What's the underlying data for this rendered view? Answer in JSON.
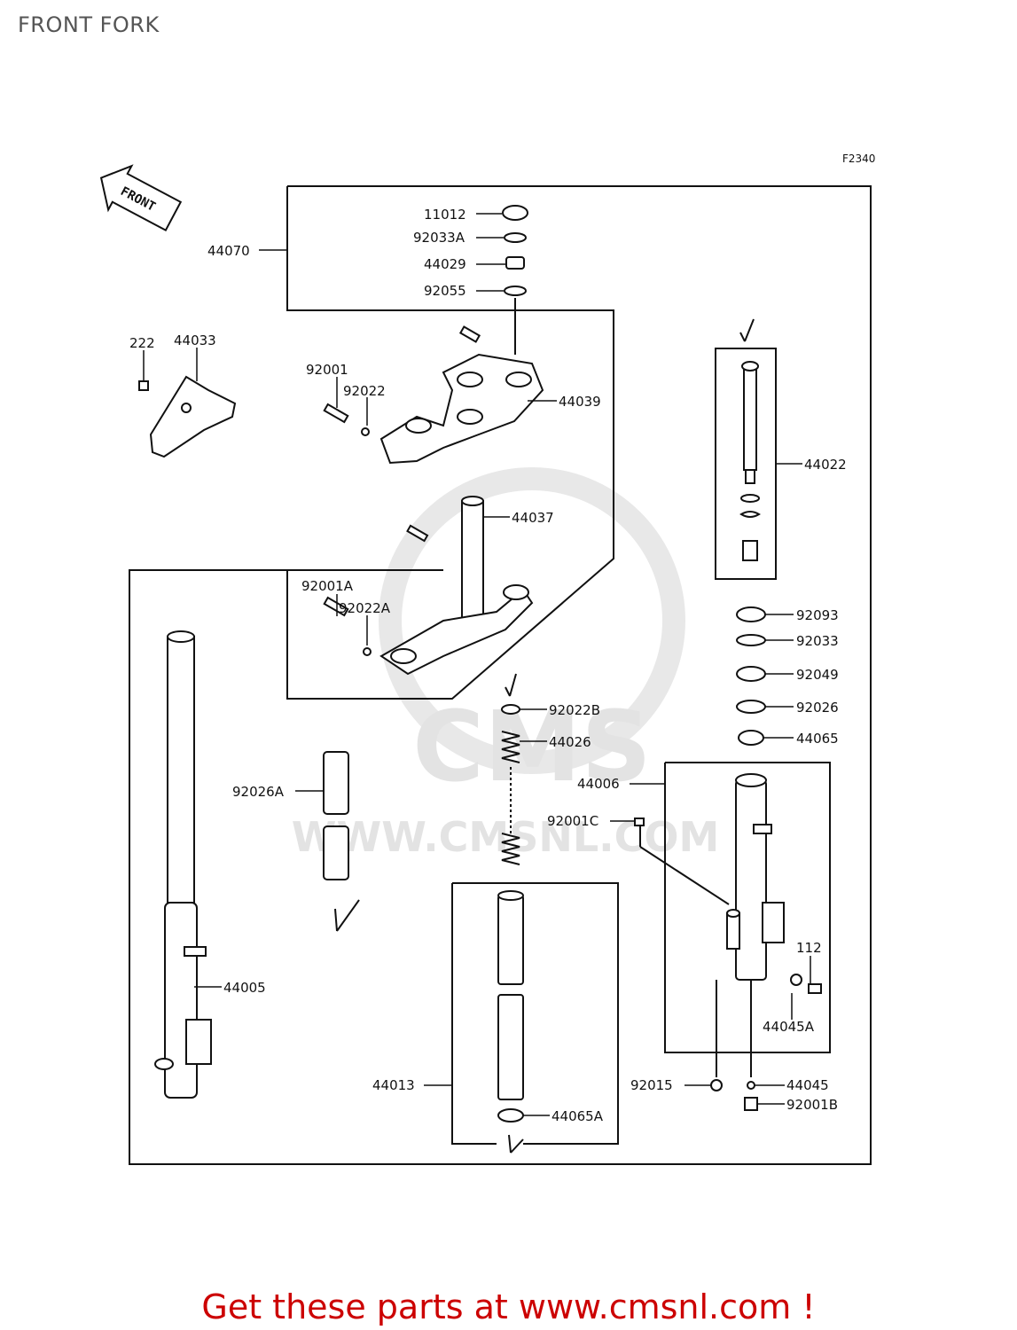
{
  "title": "FRONT FORK",
  "figure_code": "F2340",
  "front_label": "FRONT",
  "watermark": {
    "logo": "CMS",
    "url": "WWW.CMSNL.COM"
  },
  "footer": "Get these parts at www.cmsnl.com !",
  "parts": {
    "p11012": "11012",
    "p92033A": "92033A",
    "p44029": "44029",
    "p92055": "92055",
    "p44070": "44070",
    "p222": "222",
    "p44033": "44033",
    "p92001": "92001",
    "p92022": "92022",
    "p44039": "44039",
    "p44022": "44022",
    "p44037": "44037",
    "p92001A": "92001A",
    "p92022A": "92022A",
    "p92093": "92093",
    "p92033": "92033",
    "p92049": "92049",
    "p92026": "92026",
    "p44065": "44065",
    "p92022B": "92022B",
    "p44026": "44026",
    "p92026A": "92026A",
    "p44006": "44006",
    "p92001C": "92001C",
    "p112": "112",
    "p44005": "44005",
    "p44045A": "44045A",
    "p44013": "44013",
    "p92015": "92015",
    "p44045": "44045",
    "p92001B": "92001B",
    "p44065A": "44065A"
  },
  "colors": {
    "line": "#111111",
    "part_fill": "#ffffff",
    "watermark": "#e6e6e6",
    "footer": "#cc0000",
    "title": "#555555"
  }
}
